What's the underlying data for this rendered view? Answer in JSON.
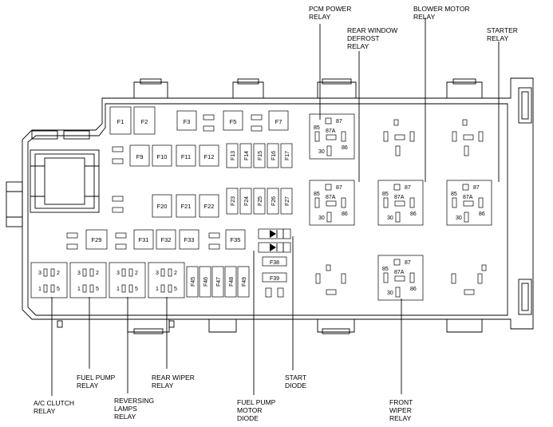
{
  "callouts": {
    "pcm_power_relay": [
      "PCM POWER",
      "RELAY"
    ],
    "rear_window_defrost_relay": [
      "REAR WINDOW",
      "DEFROST",
      "RELAY"
    ],
    "blower_motor_relay": [
      "BLOWER MOTOR",
      "RELAY"
    ],
    "starter_relay": [
      "STARTER",
      "RELAY"
    ],
    "fuel_pump_relay": [
      "FUEL PUMP",
      "RELAY"
    ],
    "rear_wiper_relay": [
      "REAR WIPER",
      "RELAY"
    ],
    "start_diode": [
      "START",
      "DIODE"
    ],
    "ac_clutch_relay": [
      "A/C CLUTCH",
      "RELAY"
    ],
    "reversing_lamps_relay": [
      "REVERSING",
      "LAMPS",
      "RELAY"
    ],
    "fuel_pump_motor_diode": [
      "FUEL PUMP",
      "MOTOR",
      "DIODE"
    ],
    "front_wiper_relay": [
      "FRONT",
      "WIPER",
      "RELAY"
    ]
  },
  "fuses": {
    "F1": "F1",
    "F2": "F2",
    "F3": "F3",
    "F5": "F5",
    "F7": "F7",
    "F9": "F9",
    "F10": "F10",
    "F11": "F11",
    "F12": "F12",
    "F13": "F13",
    "F14": "F14",
    "F15": "F15",
    "F16": "F16",
    "F17": "F17",
    "F20": "F20",
    "F21": "F21",
    "F22": "F22",
    "F23": "F23",
    "F24": "F24",
    "F25": "F25",
    "F26": "F26",
    "F27": "F27",
    "F29": "F29",
    "F31": "F31",
    "F32": "F32",
    "F33": "F33",
    "F35": "F35",
    "F38": "F38",
    "F39": "F39",
    "F45": "F45",
    "F46": "F46",
    "F47": "F47",
    "F48": "F48",
    "F49": "F49"
  },
  "relay_pins": {
    "p85": "85",
    "p86": "86",
    "p87": "87",
    "p87a": "87A",
    "p30": "30"
  },
  "mini_relay_pins": {
    "p1": "1",
    "p2": "2",
    "p3": "3",
    "p5": "5"
  }
}
